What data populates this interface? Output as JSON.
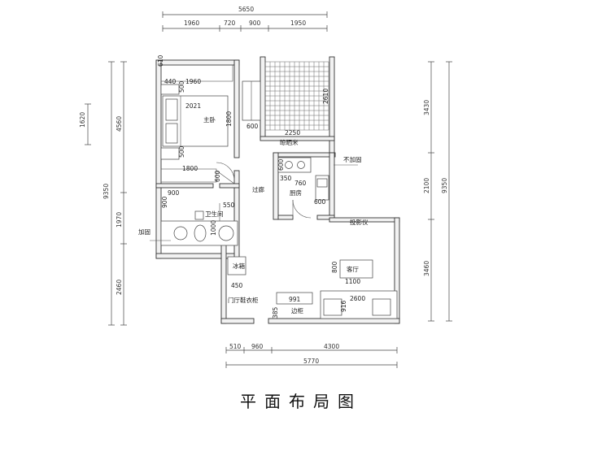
{
  "title": "平面布局图",
  "dimensions": {
    "top_total": "5650",
    "top_segments": [
      "1960",
      "720",
      "900",
      "1950"
    ],
    "bottom_segments": [
      "510",
      "960",
      "4300"
    ],
    "bottom_total": "5770",
    "left_outer_total": "9350",
    "left_outer_mid": "4560",
    "left_outer_small": "1620",
    "left_inner": [
      "1970",
      "2460"
    ],
    "right_total": "9350",
    "right_segments": [
      "3430",
      "2100",
      "3460"
    ],
    "bedroom": {
      "d610": "610",
      "d440": "440",
      "d1960": "1960",
      "d500a": "500",
      "d2021": "2021",
      "d1800v": "1800",
      "d500b": "500",
      "d1800h": "1800",
      "d600": "600"
    },
    "bathroom": {
      "d900a": "900",
      "d900b": "900",
      "d550": "550",
      "d1000": "1000"
    },
    "balcony": {
      "d2610": "2610",
      "d600": "600",
      "d2250": "2250"
    },
    "kitchen": {
      "d600a": "600",
      "d350": "350",
      "d760": "760",
      "d600b": "600"
    },
    "living": {
      "d800": "800",
      "d1100": "1100",
      "d991": "991",
      "d2600": "2600",
      "d385": "385",
      "d916": "916",
      "d450": "450"
    }
  },
  "rooms": {
    "master_bedroom": "主卧",
    "bathroom": "卫生间",
    "corridor": "过廊",
    "balcony": "晾晒米",
    "kitchen": "厨房",
    "living_room": "客厅",
    "fridge": "冰箱",
    "shoe_cabinet": "门厅鞋衣柜",
    "side_table": "边柜",
    "projector": "投影仪",
    "no_add_left": "加固",
    "no_add_right": "不加固"
  },
  "colors": {
    "line": "#333333",
    "background": "#ffffff"
  }
}
